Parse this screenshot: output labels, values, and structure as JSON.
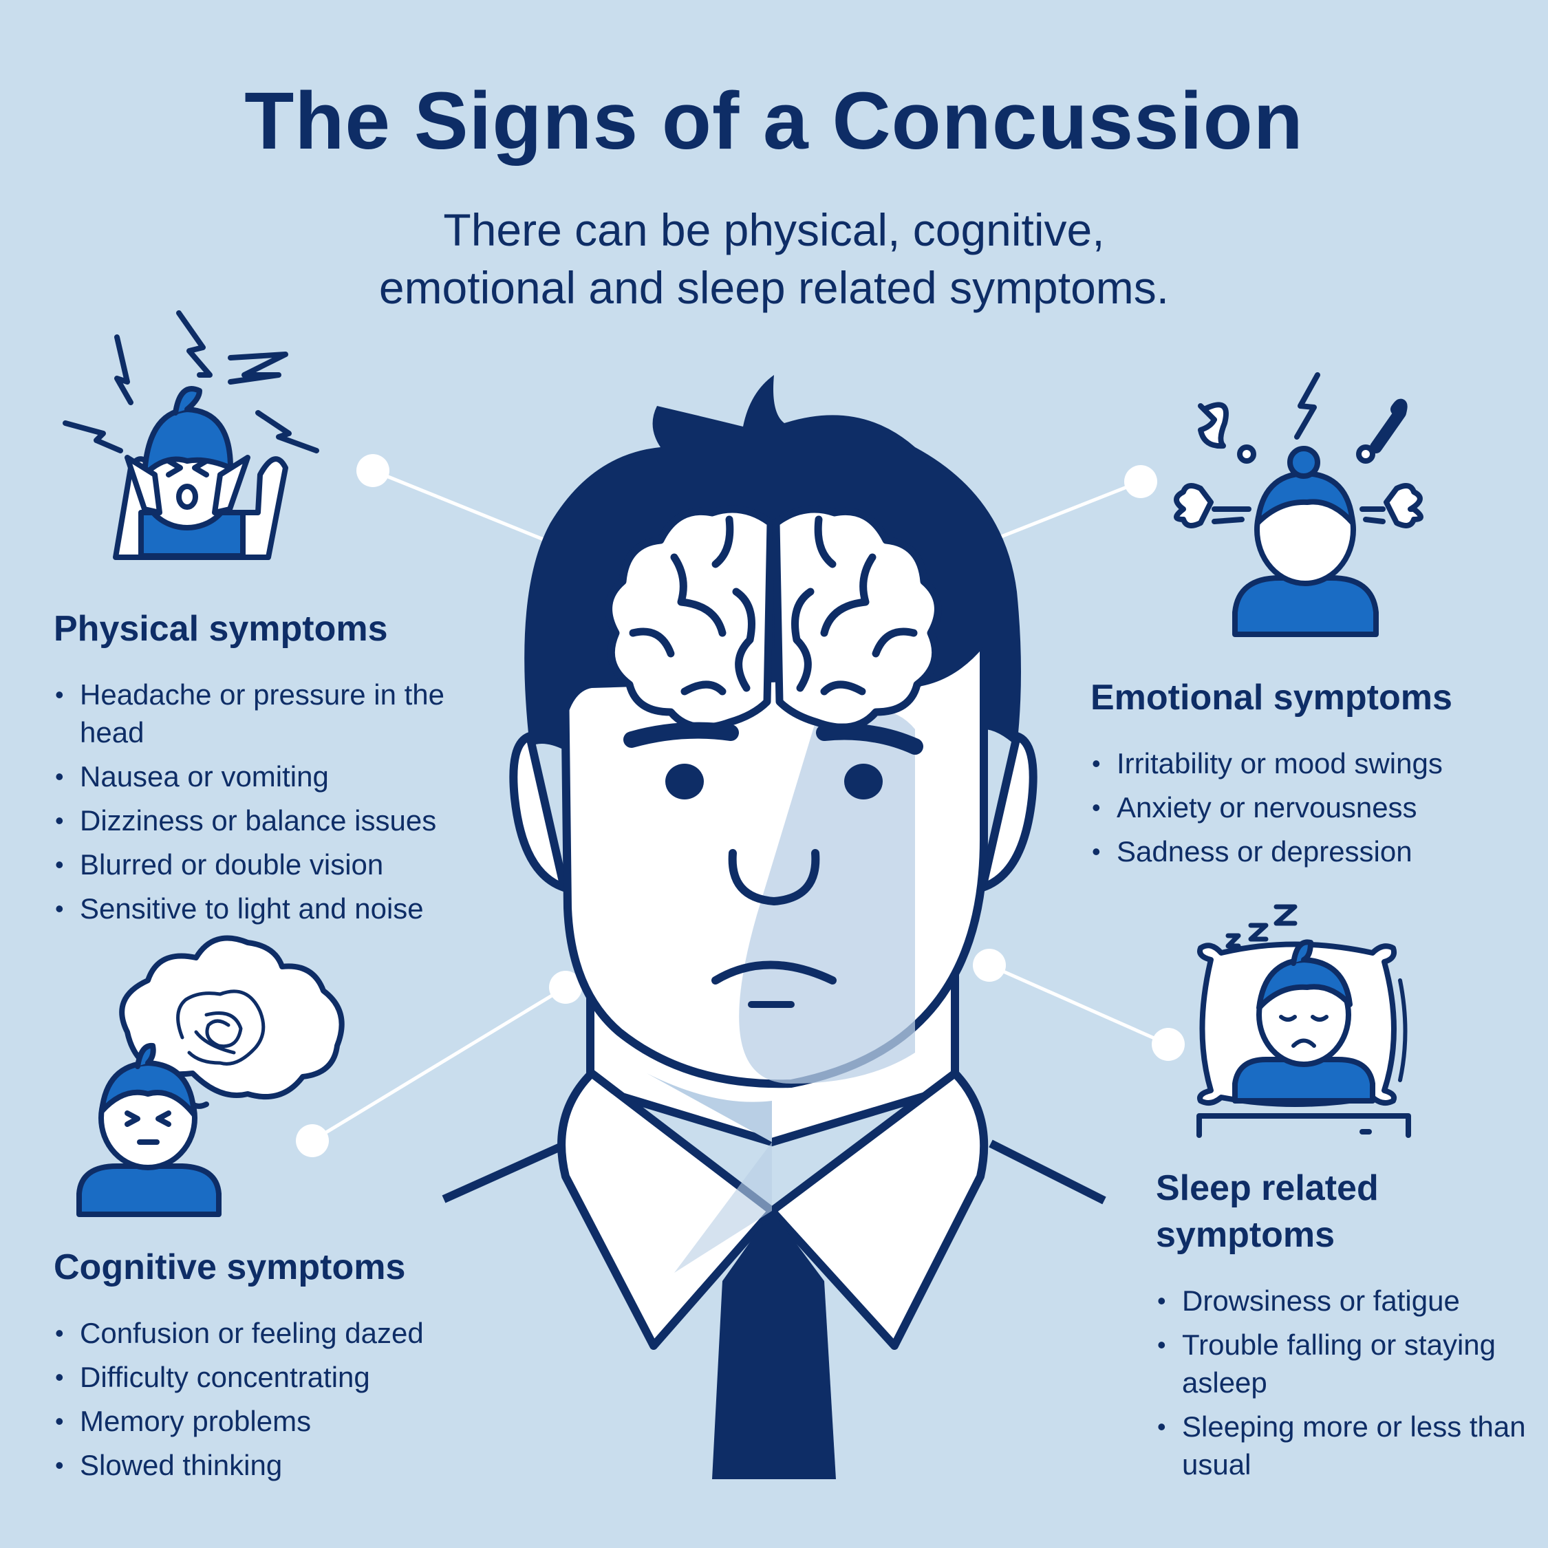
{
  "title": "The Signs of a Concussion",
  "subtitle": {
    "line1": "There can be physical, cognitive,",
    "line2": "emotional and sleep related symptoms."
  },
  "sections": {
    "physical": {
      "heading": "Physical symptoms",
      "items": [
        "Headache or pressure in the head",
        "Nausea or vomiting",
        "Dizziness or balance issues",
        "Blurred or double vision",
        "Sensitive to light and noise"
      ]
    },
    "emotional": {
      "heading": "Emotional symptoms",
      "items": [
        "Irritability or mood swings",
        "Anxiety or nervousness",
        "Sadness or depression"
      ]
    },
    "cognitive": {
      "heading": "Cognitive symptoms",
      "items": [
        "Confusion or feeling dazed",
        "Difficulty concentrating",
        "Memory problems",
        "Slowed thinking"
      ]
    },
    "sleep": {
      "heading_line1": "Sleep related",
      "heading_line2": "symptoms",
      "items": [
        "Drowsiness or fatigue",
        "Trouble falling or staying asleep",
        "Sleeping more or less than usual"
      ]
    }
  },
  "icons": {
    "headache": "headache-person-icon",
    "emotional": "frustrated-person-icon",
    "cognitive": "confused-person-icon",
    "sleep": "sleeping-person-icon",
    "center": "man-head-with-brain-illustration"
  },
  "colors": {
    "background": "#c9dded",
    "navy": "#0e2d66",
    "blue": "#1a6cc4",
    "white": "#ffffff"
  }
}
